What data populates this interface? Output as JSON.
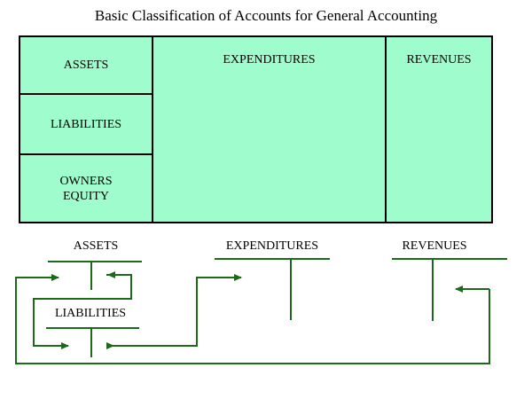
{
  "title": "Basic Classification of Accounts for General Accounting",
  "table": {
    "assets": "ASSETS",
    "liabilities": "LIABILITIES",
    "owners_equity_line1": "OWNERS",
    "owners_equity_line2": "EQUITY",
    "expenditures": "EXPENDITURES",
    "revenues": "REVENUES"
  },
  "t_accounts": {
    "assets": "ASSETS",
    "liabilities": "LIABILITIES",
    "expenditures": "EXPENDITURES",
    "revenues": "REVENUES"
  },
  "colors": {
    "fill": "#9ffccc",
    "arrow": "#1a6a1a",
    "border": "#000000"
  }
}
